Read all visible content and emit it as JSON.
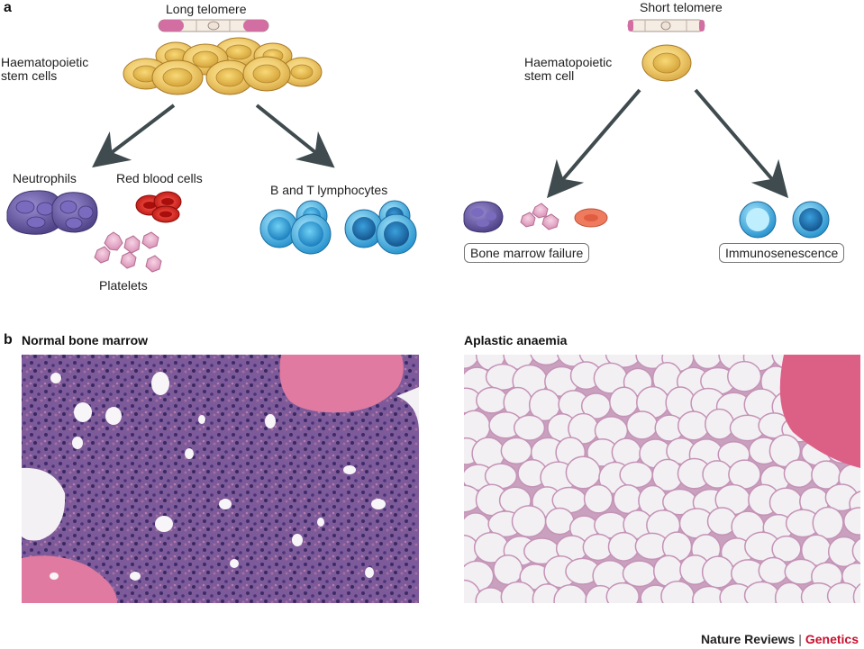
{
  "panel_a": {
    "letter": "a",
    "left": {
      "telomere_label": "Long telomere",
      "stem_label_line1": "Haematopoietic",
      "stem_label_line2": "stem cells",
      "neutrophils": "Neutrophils",
      "red_blood_cells": "Red blood cells",
      "platelets": "Platelets",
      "lymphocytes": "B and T lymphocytes"
    },
    "right": {
      "telomere_label": "Short telomere",
      "stem_label_line1": "Haematopoietic",
      "stem_label_line2": "stem cell",
      "outcome_left": "Bone marrow failure",
      "outcome_right": "Immunosenescence"
    }
  },
  "panel_b": {
    "letter": "b",
    "left_title": "Normal bone marrow",
    "right_title": "Aplastic anaemia"
  },
  "credit": {
    "journal": "Nature Reviews",
    "separator": "|",
    "section": "Genetics"
  },
  "colors": {
    "stem_cell": "#f3d27c",
    "neutrophil": "#6c5ca8",
    "rbc": "#d9231f",
    "platelet": "#e7a3c3",
    "lymphocyte": "#2fa9e0",
    "telomere_cap": "#d36ea3",
    "arrow": "#3f4b4f",
    "tissue_normal": "#7a4f93",
    "tissue_bone": "#e07aa0",
    "tissue_fat": "#f3f0f3"
  }
}
